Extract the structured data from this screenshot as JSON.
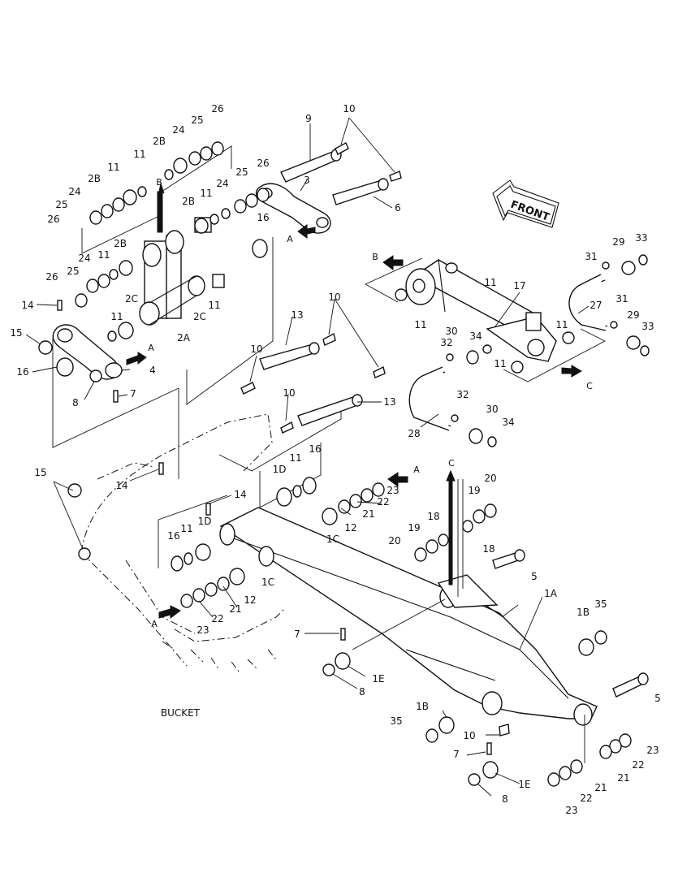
{
  "diagram": {
    "front_label": "FRONT",
    "caption": "BUCKET",
    "section_labels": {
      "a": "A",
      "b": "B",
      "c": "C"
    },
    "part_numbers": [
      "1A",
      "1B",
      "1C",
      "1D",
      "1E",
      "2A",
      "2B",
      "2C",
      "3",
      "4",
      "5",
      "6",
      "7",
      "8",
      "9",
      "10",
      "11",
      "12",
      "13",
      "14",
      "15",
      "16",
      "17",
      "18",
      "19",
      "20",
      "21",
      "22",
      "23",
      "24",
      "25",
      "26",
      "27",
      "28",
      "29",
      "30",
      "31",
      "32",
      "33",
      "34",
      "35"
    ]
  }
}
